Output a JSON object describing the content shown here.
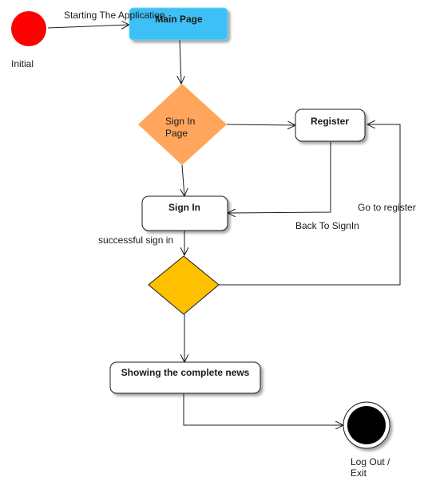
{
  "diagram": {
    "initial_label": "Initial",
    "start_transition_label": "Starting The Application",
    "main_page_label": "Main Page",
    "signin_page_label_line1": "Sign In",
    "signin_page_label_line2": "Page",
    "register_label": "Register",
    "signin_label": "Sign In",
    "back_to_signin_label": "Back To SignIn",
    "go_to_register_label": "Go to register",
    "successful_signin_label": "successful sign in",
    "news_label": "Showing the complete news",
    "final_label_line1": "Log Out /",
    "final_label_line2": "Exit"
  },
  "colors": {
    "initial_fill": "#ff0000",
    "main_page_fill": "#3ec0f5",
    "signin_page_fill": "#ffa65c",
    "decision_fill": "#ffc000",
    "node_fill": "#ffffff",
    "final_fill": "#000000",
    "stroke": "#1a1a1a"
  }
}
